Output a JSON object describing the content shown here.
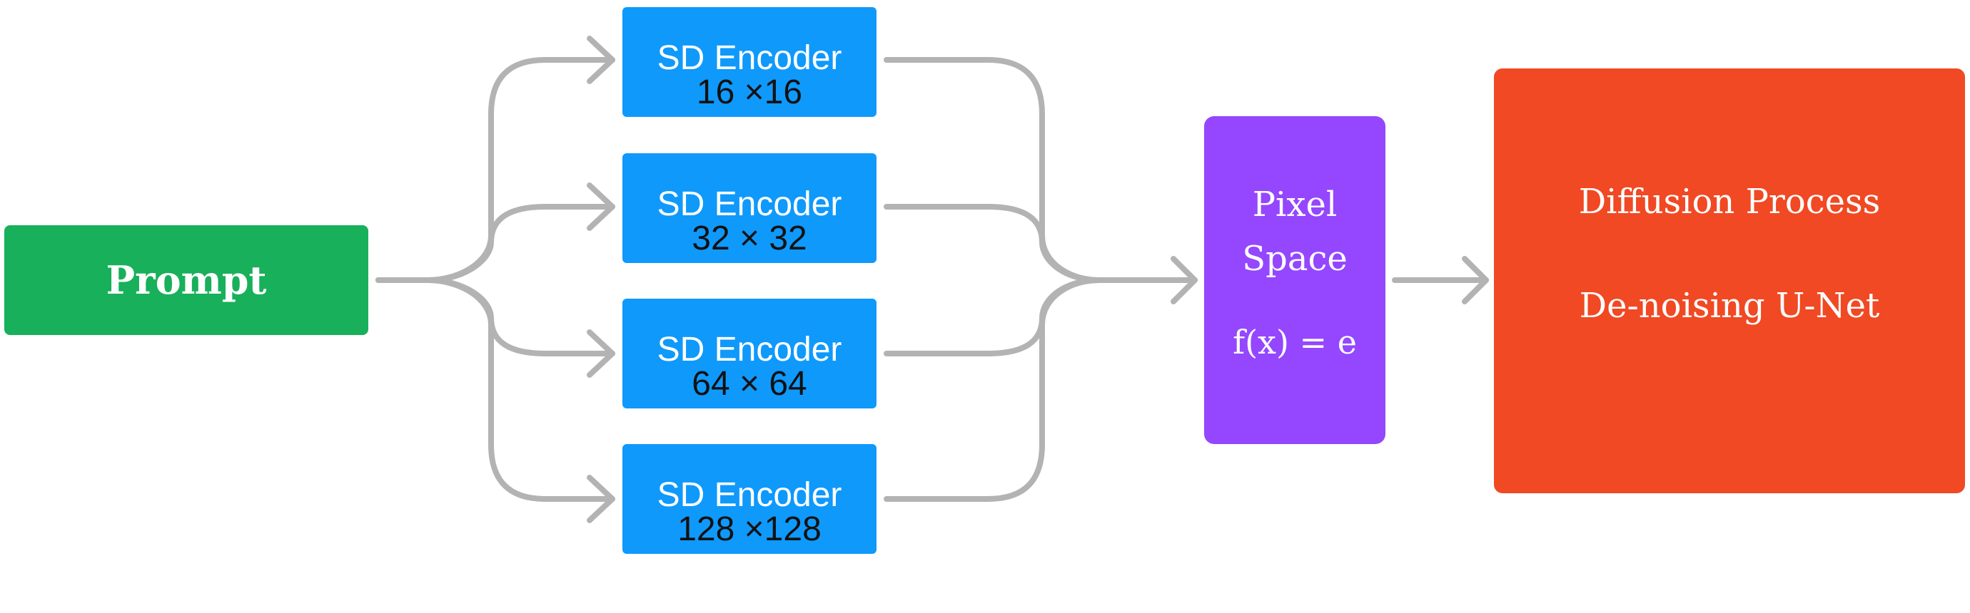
{
  "prompt": {
    "label": "Prompt",
    "color": "#18b05a"
  },
  "encoders": [
    {
      "title": "SD Encoder",
      "resolution": "16 ×16"
    },
    {
      "title": "SD Encoder",
      "resolution": "32 × 32"
    },
    {
      "title": "SD Encoder",
      "resolution": "64 × 64"
    },
    {
      "title": "SD Encoder",
      "resolution": "128 ×128"
    }
  ],
  "encoder_color": "#0f99fb",
  "pixel_space": {
    "title": "Pixel Space",
    "formula": "f(x) = e",
    "color": "#9447fe"
  },
  "diffusion": {
    "line1": "Diffusion Process",
    "line2": "De-noising U-Net",
    "color": "#f04923"
  },
  "connector_color": "#b3b3b3"
}
